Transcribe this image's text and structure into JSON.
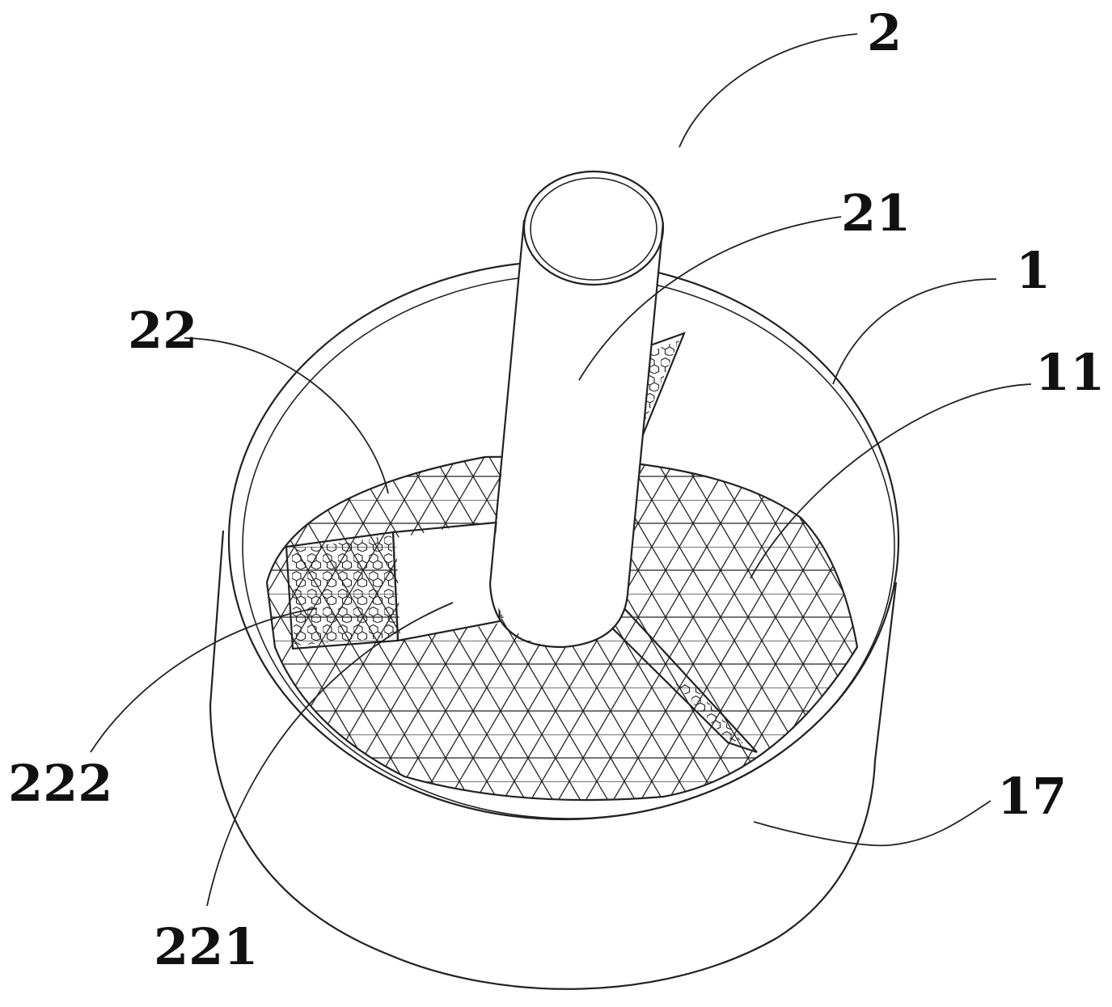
{
  "labels": {
    "l2": "2",
    "l21": "21",
    "l1": "1",
    "l11": "11",
    "l22": "22",
    "l222": "222",
    "l221": "221",
    "l17": "17"
  },
  "colors": {
    "line": "#222222",
    "background": "#ffffff"
  },
  "parts": [
    "container-body",
    "filter-screen-triangular-mesh",
    "central-tube",
    "side-arm",
    "hexagonal-mesh-panel",
    "blade"
  ]
}
